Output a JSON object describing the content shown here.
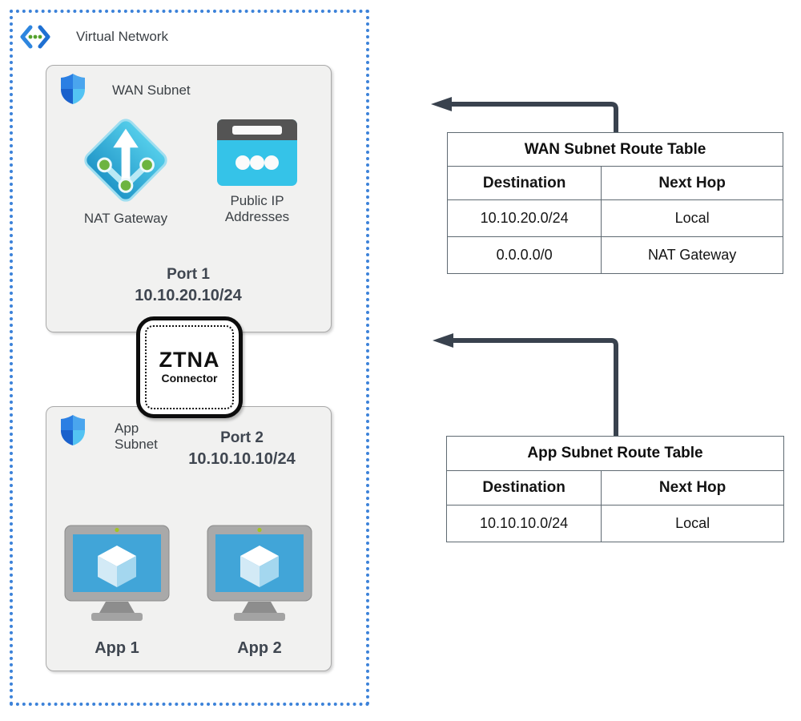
{
  "diagram": {
    "virtual_network": {
      "label": "Virtual Network"
    },
    "wan_subnet": {
      "label": "WAN Subnet",
      "nat_gateway": {
        "label": "NAT Gateway"
      },
      "public_ip": {
        "label": "Public IP Addresses"
      },
      "port": {
        "name": "Port 1",
        "ip": "10.10.20.10/24"
      }
    },
    "ztna_connector": {
      "title": "ZTNA",
      "subtitle": "Connector"
    },
    "app_subnet": {
      "label": "App Subnet",
      "port": {
        "name": "Port 2",
        "ip": "10.10.10.10/24"
      },
      "vms": [
        {
          "label": "App 1"
        },
        {
          "label": "App 2"
        }
      ]
    }
  },
  "route_tables": {
    "wan": {
      "title": "WAN Subnet Route Table",
      "headers": [
        "Destination",
        "Next Hop"
      ],
      "rows": [
        [
          "10.10.20.0/24",
          "Local"
        ],
        [
          "0.0.0.0/0",
          "NAT Gateway"
        ]
      ]
    },
    "app": {
      "title": "App Subnet Route Table",
      "headers": [
        "Destination",
        "Next Hop"
      ],
      "rows": [
        [
          "10.10.10.0/24",
          "Local"
        ]
      ]
    }
  },
  "icons": {
    "virtual_network": "angle-brackets-with-dots",
    "subnet_shield": "blue-quadrant-shield",
    "nat_gateway": "cyan-diamond-up-arrow",
    "public_ip": "cyan-panel-three-dots",
    "vm": "monitor-with-cube",
    "arrow": "left-elbow-arrow"
  },
  "colors": {
    "vnet_border": "#3c82d9",
    "subnet_fill": "#f1f1f0",
    "subnet_border": "#a9a9a9",
    "icon_cyan": "#35c3e8",
    "icon_green": "#6db440",
    "arrow_dark": "#39424e",
    "label_text": "#3b4045",
    "bold_text": "#3f4650"
  }
}
